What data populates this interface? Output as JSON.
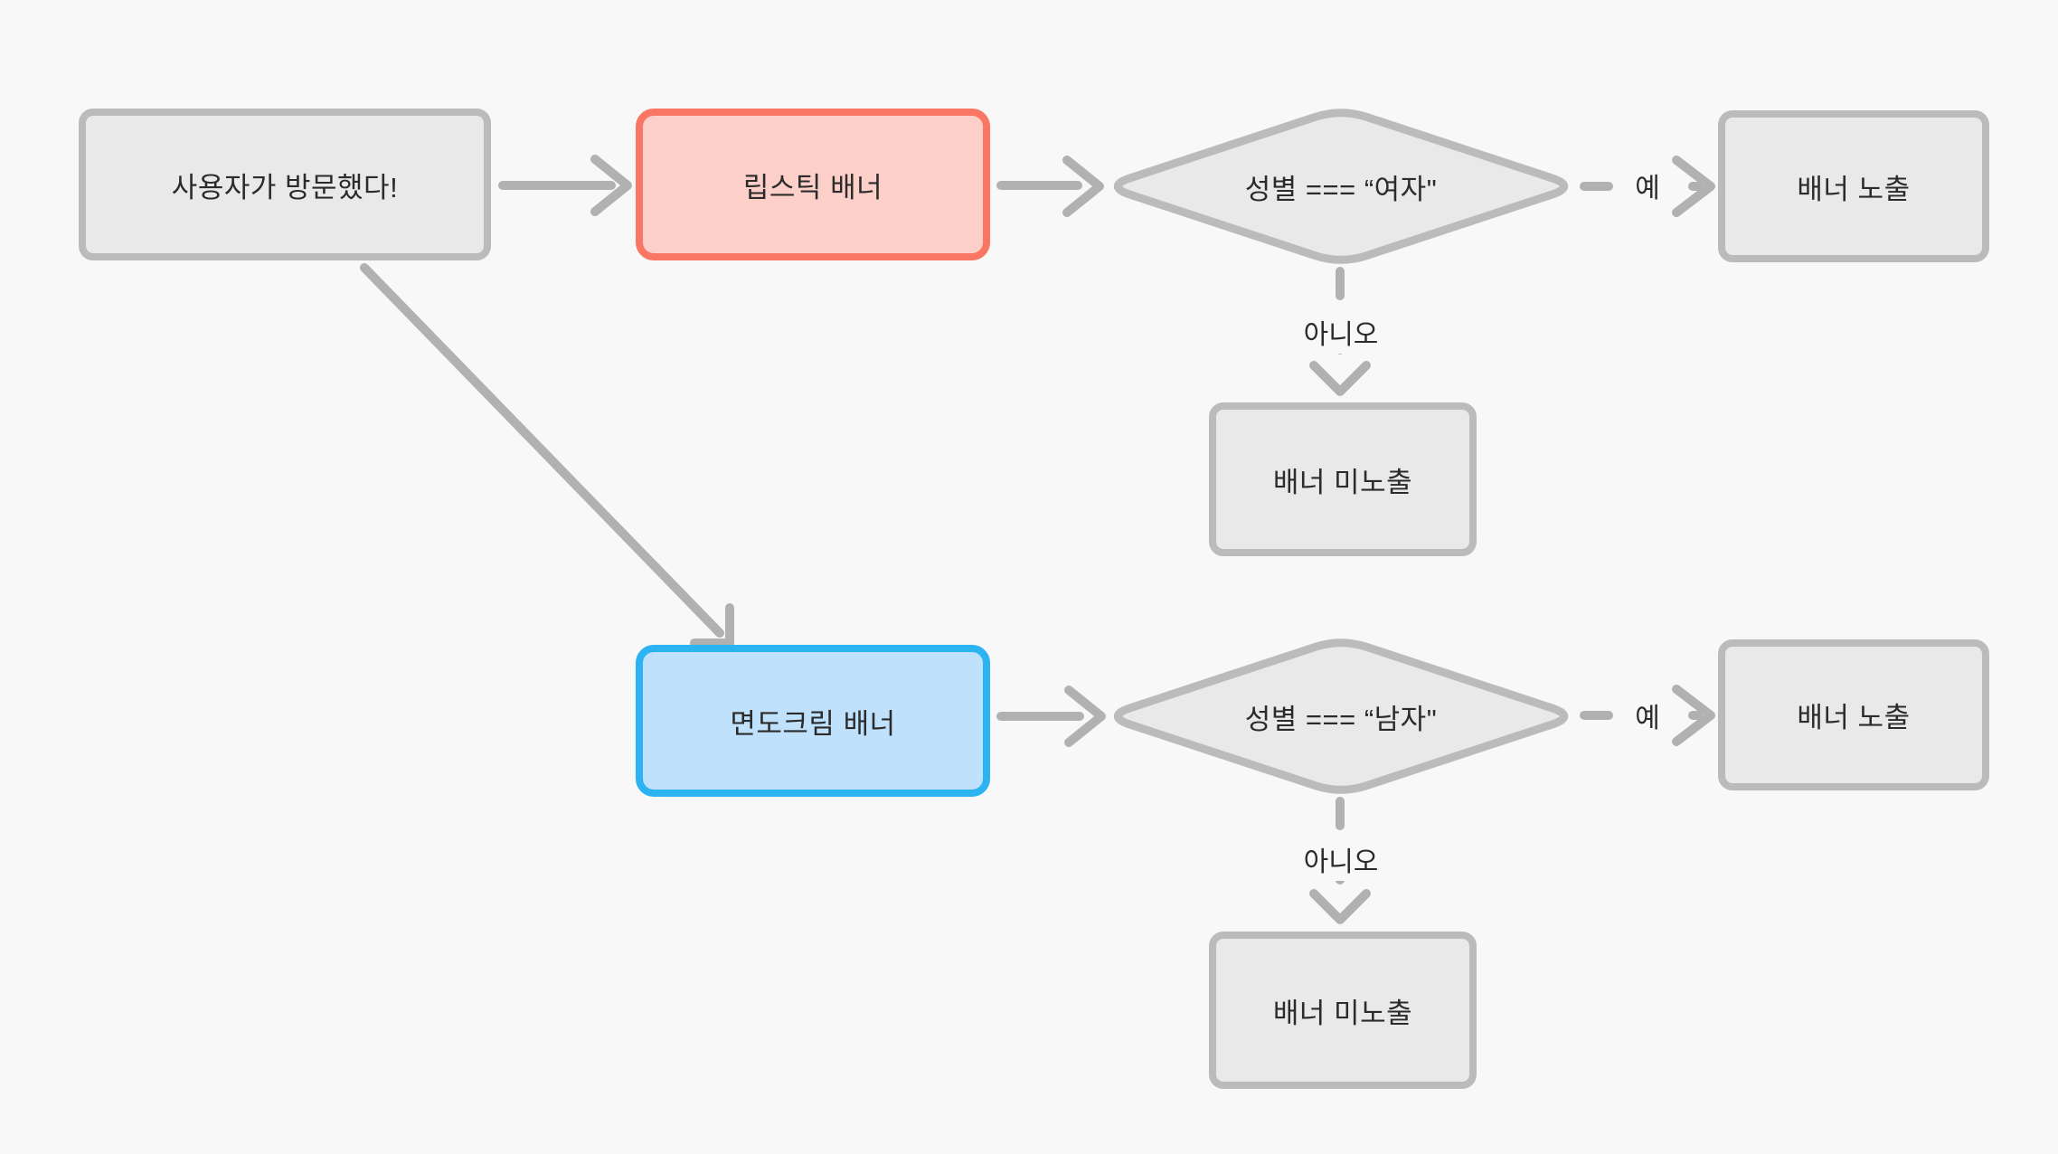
{
  "canvas": {
    "background": "#f8f8f8"
  },
  "colors": {
    "node_fill": "#e9e9e9",
    "node_border": "#bbbbbb",
    "lipstick_fill": "#fcd0c9",
    "lipstick_border": "#f87663",
    "shaving_fill": "#bfe1fb",
    "shaving_border": "#2cb3f2",
    "connector": "#b1b1b1",
    "text": "#2b2b2b"
  },
  "nodes": {
    "start": {
      "label": "사용자가 방문했다!"
    },
    "lipstick_banner": {
      "label": "립스틱 배너"
    },
    "female_check": {
      "label": "성별 === “여자\""
    },
    "banner_shown_female": {
      "label": "배너 노출"
    },
    "banner_hidden_female": {
      "label": "배너 미노출"
    },
    "shaving_banner": {
      "label": "면도크림 배너"
    },
    "male_check": {
      "label": "성별 === “남자\""
    },
    "banner_shown_male": {
      "label": "배너 노출"
    },
    "banner_hidden_male": {
      "label": "배너 미노출"
    }
  },
  "edge_labels": {
    "yes_female": "예",
    "no_female": "아니오",
    "yes_male": "예",
    "no_male": "아니오"
  }
}
